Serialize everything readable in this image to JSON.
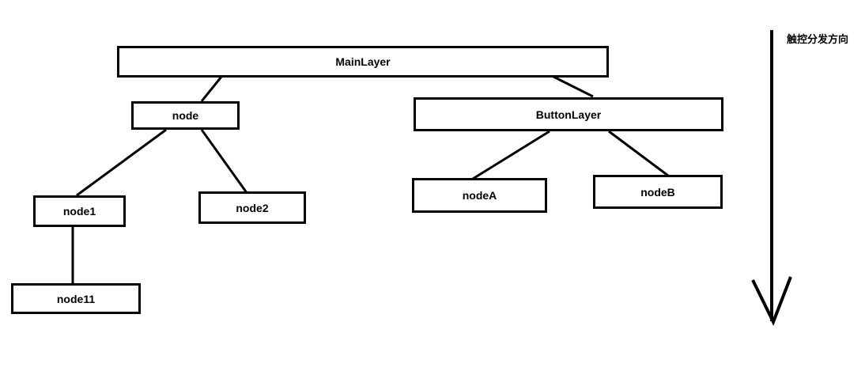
{
  "diagram": {
    "nodes": {
      "main_layer": "MainLayer",
      "node": "node",
      "button_layer": "ButtonLayer",
      "node1": "node1",
      "node2": "node2",
      "node_a": "nodeA",
      "node_b": "nodeB",
      "node11": "node11"
    },
    "direction_label": "触控分发方向"
  },
  "colors": {
    "stroke": "#000000",
    "background": "#ffffff"
  }
}
